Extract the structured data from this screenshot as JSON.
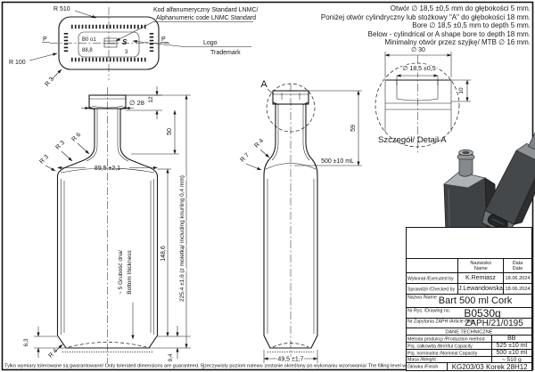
{
  "notes": {
    "lines": [
      "Otwór ∅ 18,5 ±0,5 mm do głębokości 5 mm.",
      "Poniżej otwór cylindryczny lub stożkowy \"A\" do głębokości 18 mm.",
      "Bore ∅ 18,5 ±0,5 mm to depth 5 mm.",
      "Below - cylindrical or A shape bore to depth 18 mm.",
      "Minimalny otwór przez szyjkę/ MTB ∅ 16 mm."
    ]
  },
  "base_view": {
    "r510": "R 510",
    "r100": "R 100",
    "r3": "R 3",
    "parting_left": "P",
    "parting_right": "P",
    "code_callout_pl": "Kod alfanumeryczny Standard LNMC/",
    "code_callout_en": "Alphanumeric code LNMC Standard",
    "logo_label": "Logo",
    "trademark_label": "Trademark",
    "engraving_line1": "B0 o1",
    "engraving_line2": "88,8",
    "engraving_logo": "S",
    "engraving_digit": "3"
  },
  "front_view": {
    "dia28": "∅ 28",
    "dim12": "12",
    "dim50": "50",
    "width_dim": "89,5 ±2,1",
    "r6": "R 6",
    "r3_upper": "R 3",
    "r3_lower": "R 3",
    "height_body": "148,6",
    "total_height": "225,4 ±1,6 (z moletką/ including knurling 0,4 mm)",
    "bottom_thickness_pl": "~ 5 Grubość dna/",
    "bottom_thickness_en": "Bottom thickness",
    "dim63": "6,3",
    "r4": "R 4",
    "dim94": "9,4"
  },
  "side_view": {
    "detail_label": "A",
    "r4": "R 4",
    "r7": "R 7",
    "fill_label": "500 ±10 mL",
    "dim59": "59",
    "width_dim": "49,5 ±1,7"
  },
  "detail_a": {
    "dia30": "∅ 30",
    "dia185": "∅ 18,5 ±0,5",
    "dim10": "10",
    "caption": "Szczegół/ Detail A"
  },
  "title_block": {
    "header": {
      "name_pl": "Nazwisko",
      "name_en": "Name",
      "date_pl": "Data",
      "date_en": "Date"
    },
    "executed": {
      "label": "Wykonał /Executed by",
      "name": "K.Remiasz",
      "date": "18.06.2024"
    },
    "checked": {
      "label": "Sprawdził /Checked by",
      "name": "J.Lewandowska",
      "date": "18.06.2024"
    },
    "product": {
      "label": "Nazwa /Name",
      "value": "Bart 500 ml Cork"
    },
    "drawing": {
      "label": "Nr Rys. /Drawing no.",
      "value": "B0530g"
    },
    "article": {
      "label": "Nr Zapytania ZAPH /Article code",
      "value": "ZAPH/21/0195"
    },
    "tech_header": "DANE TECHNICZNE",
    "rows": [
      {
        "label": "Metoda produkcji /Production method",
        "value": "BB"
      },
      {
        "label": "Poj. całkowita /Brimful Capacity",
        "value": "525 ±10 ml"
      },
      {
        "label": "Poj. nominalna /Nominal Capacity",
        "value": "500 ±10 ml"
      },
      {
        "label": "Masa /Weight",
        "value": "~ 510 g"
      },
      {
        "label": "Główka /Finish",
        "value": "KG203/03 Korek 28H12"
      }
    ]
  },
  "footer": {
    "note": "Tylko wymiary tolerowane są gwarantowane/ Only tolerated dimensions are guaranteed. Rzeczywisty poziom nalewu zostanie określony po wykonaniu wzorowania/ The filling level will be determined after sampling."
  }
}
